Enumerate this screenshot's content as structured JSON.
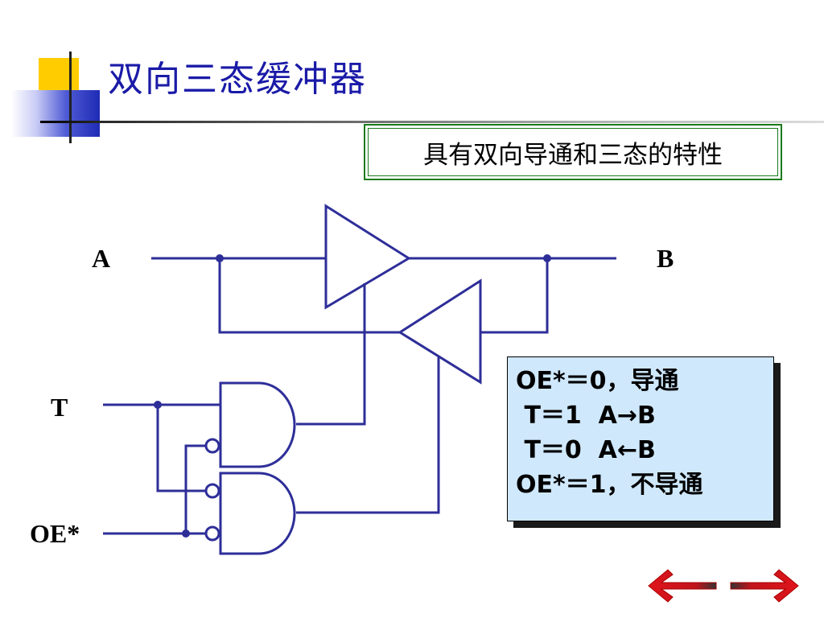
{
  "slide": {
    "title": "双向三态缓冲器",
    "feature": "具有双向导通和三态的特性"
  },
  "circuit": {
    "labels": {
      "a": "A",
      "b": "B",
      "t": "T",
      "oe": "OE*"
    },
    "components": [
      "tri-state buffer A→B",
      "tri-state buffer B→A",
      "AND gate (T, OE*)",
      "AND gate (T, OE*)"
    ]
  },
  "truth": {
    "line1": "OE*＝0，导通",
    "line2": " T＝1  A→B",
    "line3": " T＝0  A←B",
    "line4": "OE*＝1，不导通"
  },
  "nav": {
    "prev_icon": "arrow-left-icon",
    "next_icon": "arrow-right-icon"
  },
  "colors": {
    "title": "#1a1aa8",
    "wire": "#2e2e99",
    "feature_border": "#1b7a1b",
    "info_bg": "#cfe8fb",
    "nav_arrow": "#e0141b"
  }
}
